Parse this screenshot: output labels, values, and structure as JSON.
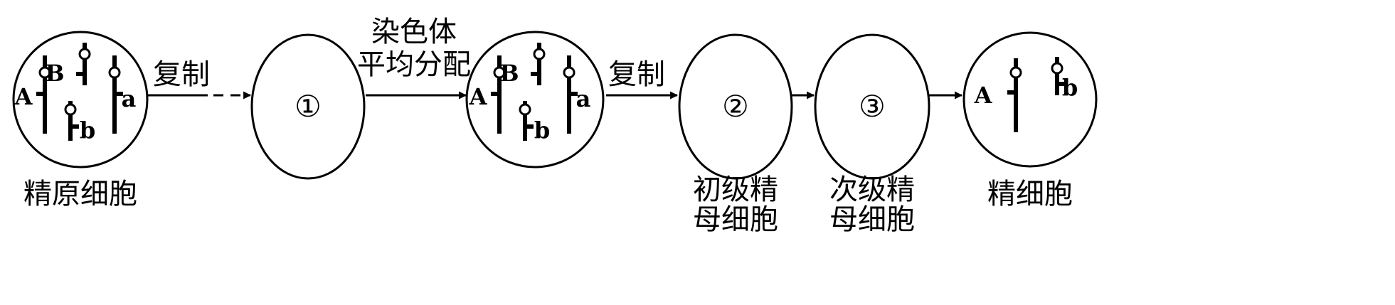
{
  "cells": [
    {
      "id": "spermatogonium",
      "label_lines": [
        "精原细胞"
      ],
      "genes": [
        "A",
        "B",
        "a",
        "b"
      ]
    },
    {
      "id": "stage-1",
      "marker": "①"
    },
    {
      "id": "after-division",
      "genes": [
        "A",
        "B",
        "a",
        "b"
      ]
    },
    {
      "id": "stage-2",
      "marker": "②",
      "label_lines": [
        "初级精",
        "母细胞"
      ]
    },
    {
      "id": "stage-3",
      "marker": "③",
      "label_lines": [
        "次级精",
        "母细胞"
      ]
    },
    {
      "id": "sperm",
      "label_lines": [
        "精细胞"
      ],
      "genes": [
        "A",
        "b"
      ]
    }
  ],
  "arrows": [
    {
      "id": "replication-1",
      "label_lines": [
        "复制"
      ],
      "dashed_tail": true
    },
    {
      "id": "division",
      "label_lines": [
        "染色体",
        "平均分配"
      ]
    },
    {
      "id": "replication-2",
      "label_lines": [
        "复制"
      ]
    },
    {
      "id": "to-stage-3"
    },
    {
      "id": "to-sperm"
    }
  ]
}
